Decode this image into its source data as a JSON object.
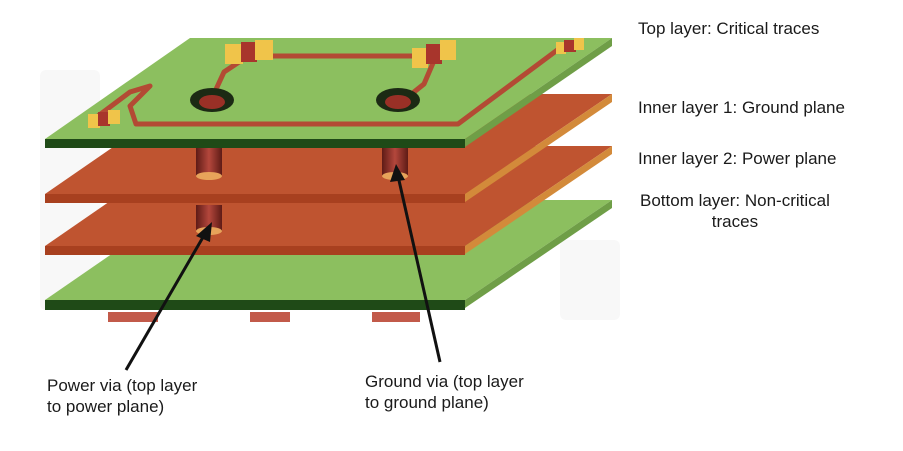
{
  "labels": {
    "top_layer": "Top layer: Critical traces",
    "inner_layer_1": "Inner layer 1: Ground plane",
    "inner_layer_2": "Inner layer 2: Power plane",
    "bottom_layer_line1": "Bottom layer: Non-critical",
    "bottom_layer_line2": "traces",
    "power_via_line1": "Power via (top layer",
    "power_via_line2": "to power plane)",
    "ground_via_line1": "Ground via (top layer",
    "ground_via_line2": "to ground plane)"
  },
  "colors": {
    "signal_layer_top": "#8cbf5f",
    "signal_layer_edge": "#1f4a17",
    "plane_top": "#bf5430",
    "plane_edge": "#d38a3a",
    "trace": "#b34a34",
    "component_pad": "#f0c44a",
    "component_body": "#a8352c",
    "via": "#7a2620"
  }
}
